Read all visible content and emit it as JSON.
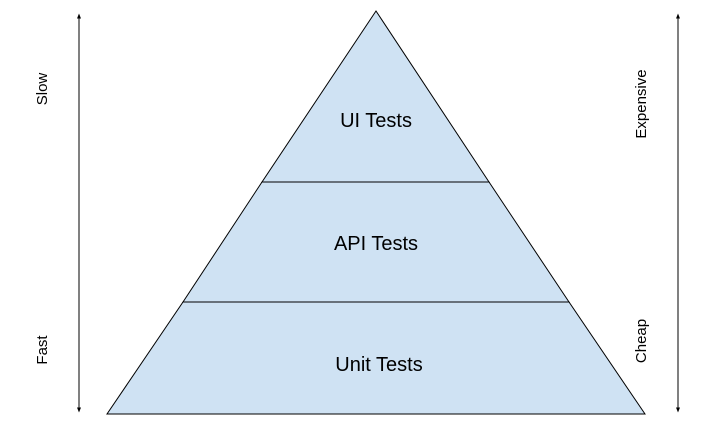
{
  "pyramid": {
    "fill_color": "#cfe2f3",
    "stroke_color": "#000000",
    "tiers": [
      {
        "label": "UI Tests"
      },
      {
        "label": "API Tests"
      },
      {
        "label": "Unit Tests"
      }
    ]
  },
  "left_axis": {
    "top_label": "Slow",
    "bottom_label": "Fast",
    "arrow": "double-headed"
  },
  "right_axis": {
    "top_label": "Expensive",
    "bottom_label": "Cheap",
    "arrow": "double-headed"
  }
}
